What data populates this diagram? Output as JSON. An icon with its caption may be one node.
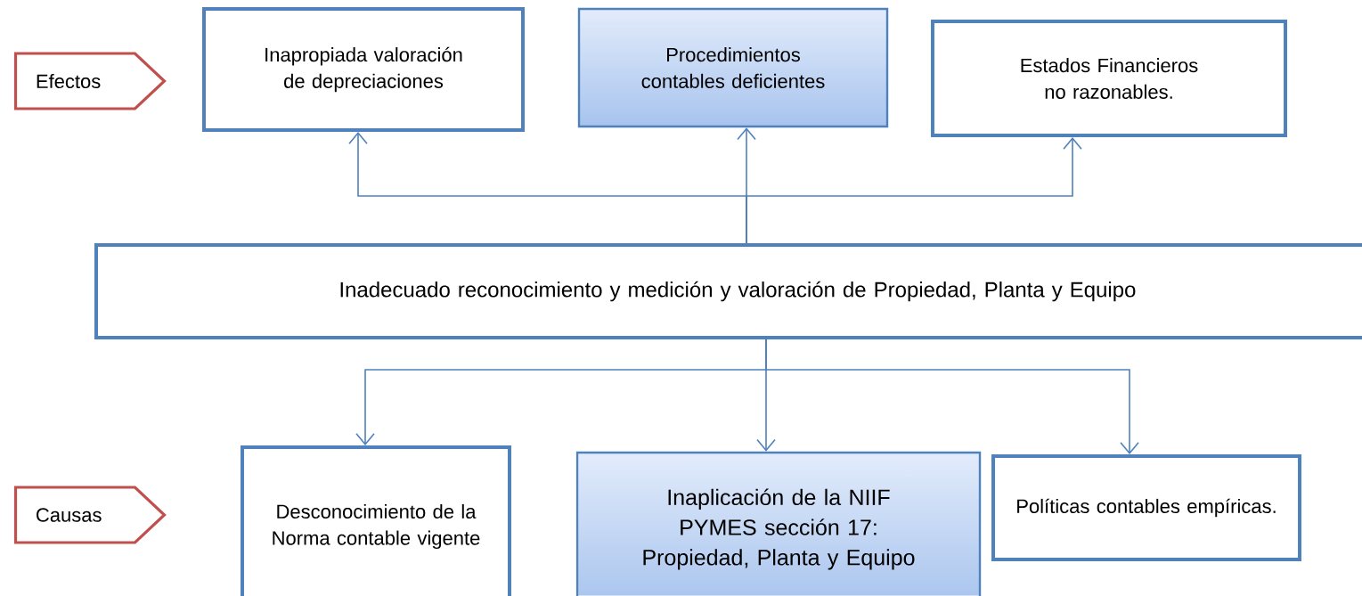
{
  "diagram": {
    "nodes": [
      {
        "text": [
          "Efectos"
        ]
      },
      {
        "text": [
          "Inapropiada valoración de depreciaciones"
        ]
      },
      {
        "text": [
          "Procedimientos contables deficientes"
        ]
      },
      {
        "text": [
          "Estados Financieros no razonables."
        ]
      },
      {
        "text": [
          "Inadecuado reconocimiento y medición y valoración de Propiedad, Planta y Equipo"
        ]
      },
      {
        "text": [
          "Causas"
        ]
      },
      {
        "text": [
          "Desconocimiento de la Norma contable vigente"
        ]
      },
      {
        "text": [
          "Inaplicación de la NIIF PYMES sección 17: Propiedad, Planta y Equipo"
        ]
      },
      {
        "text": [
          "Políticas  contables empíricas."
        ]
      }
    ],
    "edges": [
      {
        "from": 4,
        "to": 1,
        "arrow": "to"
      },
      {
        "from": 4,
        "to": 2,
        "arrow": "to"
      },
      {
        "from": 4,
        "to": 3,
        "arrow": "to"
      },
      {
        "from": 4,
        "to": 6,
        "arrow": "to"
      },
      {
        "from": 4,
        "to": 7,
        "arrow": "to"
      },
      {
        "from": 4,
        "to": 8,
        "arrow": "to"
      }
    ]
  }
}
